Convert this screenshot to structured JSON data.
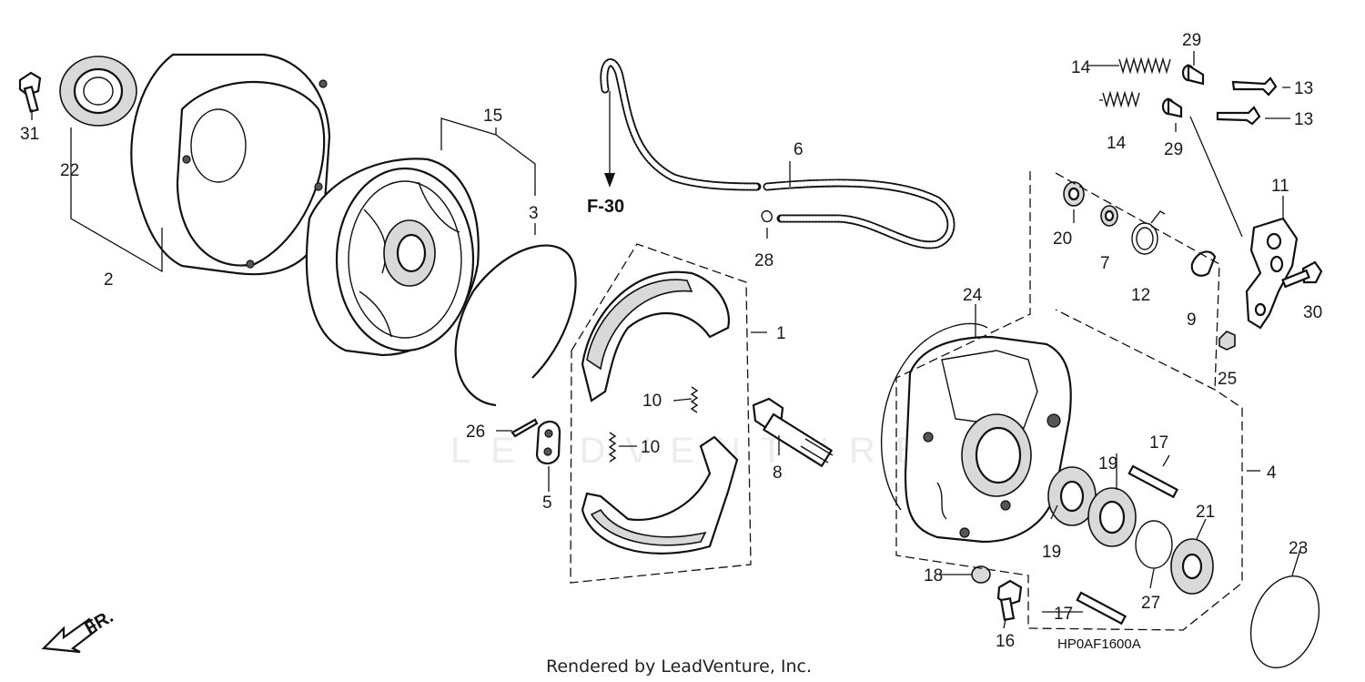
{
  "diagram": {
    "watermark": "LEADVENTURE",
    "ref_code": "F-30",
    "direction_label": "FR.",
    "drawing_code": "HP0AF1600A",
    "credit": "Rendered by LeadVenture, Inc.",
    "callouts": {
      "c1": "1",
      "c2": "2",
      "c3": "3",
      "c4": "4",
      "c5": "5",
      "c6": "6",
      "c7": "7",
      "c8": "8",
      "c9": "9",
      "c10a": "10",
      "c10b": "10",
      "c11": "11",
      "c12": "12",
      "c13a": "13",
      "c13b": "13",
      "c14a": "14",
      "c14b": "14",
      "c15": "15",
      "c16": "16",
      "c17a": "17",
      "c17b": "17",
      "c18": "18",
      "c19a": "19",
      "c19b": "19",
      "c20": "20",
      "c21": "21",
      "c22": "22",
      "c23": "23",
      "c24": "24",
      "c25": "25",
      "c26": "26",
      "c27": "27",
      "c28": "28",
      "c29a": "29",
      "c29b": "29",
      "c30": "30",
      "c31": "31"
    }
  }
}
